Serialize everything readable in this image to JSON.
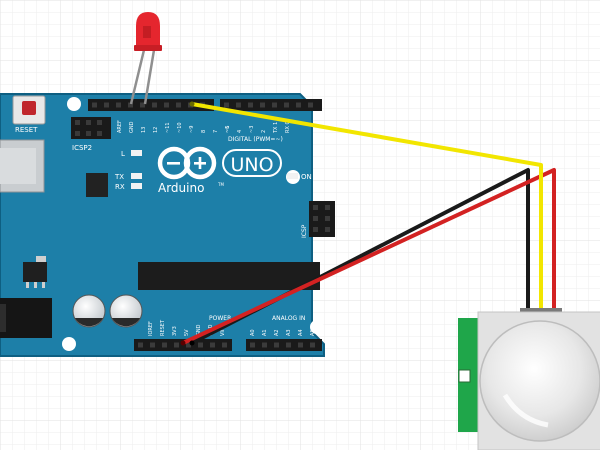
{
  "board": {
    "brand": "Arduino",
    "trademark": "TM",
    "model": "UNO",
    "reset_label": "RESET",
    "icsp2_label": "ICSP2",
    "icsp_label": "ICSP",
    "led_labels": {
      "l": "L",
      "tx": "TX",
      "rx": "RX",
      "on": "ON"
    },
    "digital_label": "DIGITAL (PWM=~)",
    "power_label": "POWER",
    "analog_label": "ANALOG IN",
    "digital_pins": [
      "AREF",
      "GND",
      "13",
      "12",
      "~11",
      "~10",
      "~9",
      "8",
      "7",
      "~6",
      "~5",
      "4",
      "~3",
      "2",
      "TX 1",
      "RX 0"
    ],
    "power_pins": [
      "IOREF",
      "RESET",
      "3V3",
      "5V",
      "GND",
      "GND",
      "VIN"
    ],
    "analog_pins": [
      "A0",
      "A1",
      "A2",
      "A3",
      "A4",
      "A5"
    ],
    "color": "#1d7fa8",
    "edge_color": "#0e5f82"
  },
  "components": {
    "led_color": "#e5262e",
    "pir_board_color": "#1fa64a",
    "pir_dome_color": "#e8e8e8"
  },
  "wires": {
    "yellow": "#f2e600",
    "red": "#d32222",
    "black": "#1a1a1a"
  }
}
